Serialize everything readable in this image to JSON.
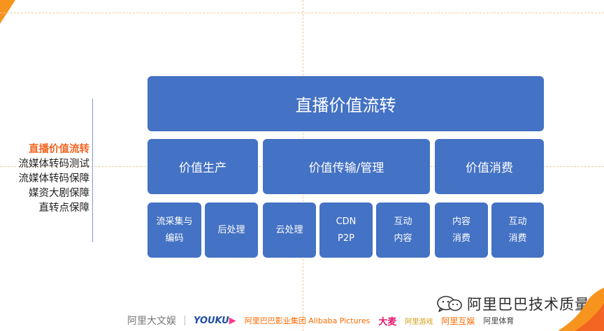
{
  "sidebar": {
    "items": [
      {
        "label": "直播价值流转",
        "active": true
      },
      {
        "label": "流媒体转码测试",
        "active": false
      },
      {
        "label": "流媒体转码保障",
        "active": false
      },
      {
        "label": "媒资大剧保障",
        "active": false
      },
      {
        "label": "直转点保障",
        "active": false
      }
    ]
  },
  "diagram": {
    "root": "直播价值流转",
    "level2": [
      "价值生产",
      "价值传输/管理",
      "价值消费"
    ],
    "level3": [
      "流采集与\n编码",
      "后处理",
      "云处理",
      "CDN\nP2P",
      "互动\n内容",
      "内容\n消费",
      "互动\n消费"
    ]
  },
  "footer": {
    "logos": [
      "阿里大文娱",
      "YOUKU",
      "阿里巴巴影业集团 Alibaba Pictures",
      "大麦",
      "阿里游戏",
      "阿里互娱",
      "阿里体育"
    ]
  },
  "watermark": {
    "text": "阿里巴巴技术质量"
  },
  "colors": {
    "box": "#4472c4",
    "accent": "#f26522",
    "corner": "#f7941d"
  },
  "icons": [
    "wechat-icon",
    "corner-decoration"
  ]
}
